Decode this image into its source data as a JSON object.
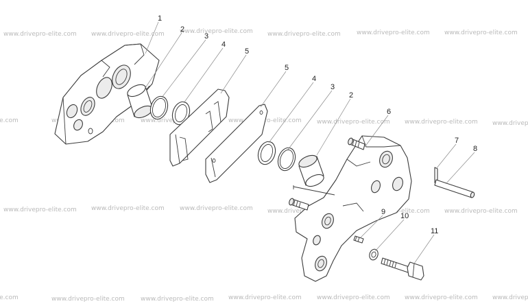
{
  "watermark": "www.drivepro-elite.com",
  "callouts": [
    "1",
    "2",
    "3",
    "4",
    "5",
    "5",
    "4",
    "3",
    "2",
    "6",
    "7",
    "8",
    "9",
    "10",
    "11"
  ]
}
